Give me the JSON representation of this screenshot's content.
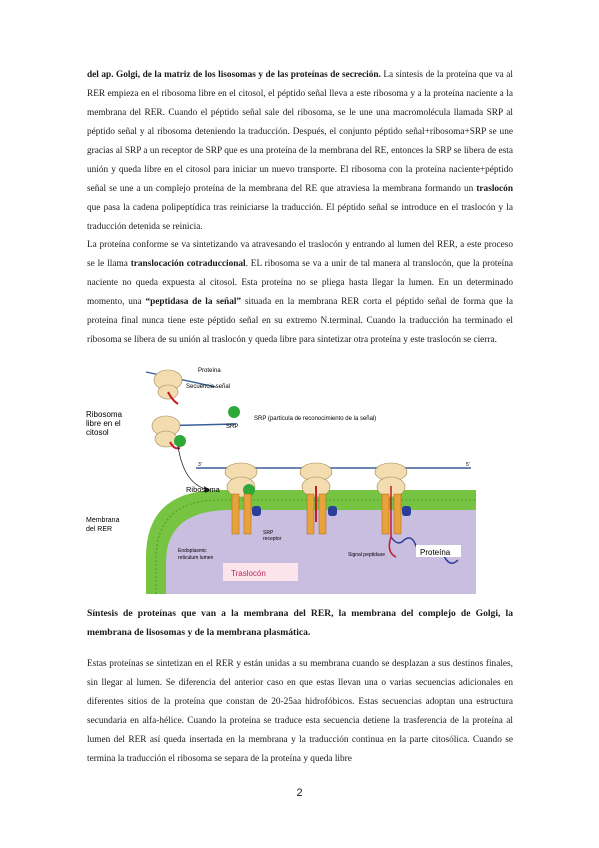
{
  "paragraph1": {
    "lead_bold": "del ap. Golgi, de la matriz de los lisosomas y de las proteínas de secreción.",
    "text_a": " La síntesis de la proteína que va al RER empieza en el ribosoma libre en el citosol, el péptido señal lleva a este ribosoma y a la proteína naciente a la membrana del RER. Cuando el péptido señal sale del ribosoma, se le une una macromolécula llamada SRP al péptido señal y al ribosoma deteniendo la traducción. Después, el conjunto péptido señal+ribosoma+SRP se une gracias al SRP a un receptor de SRP que es una proteína de la membrana del RE, entonces la SRP se libera de esta unión y queda libre en el citosol para iniciar un nuevo transporte. El ribosoma con la proteína naciente+péptido señal se une a un complejo proteína de la membrana del RE que atraviesa la membrana formando un ",
    "bold_b": "traslocón",
    "text_c": " que pasa la cadena polipeptídica tras reiniciarse la traducción. El péptido señal se introduce en el traslocón y la traducción detenida se reinicia."
  },
  "paragraph2": {
    "text_a": "La proteína conforme se va sintetizando va atravesando el traslocón y entrando al lumen del RER, a este proceso se le llama ",
    "bold_b": "translocación cotraduccional",
    "text_c": ". EL ribosoma se va a unir de tal manera al translocón, que la proteína naciente no queda expuesta al citosol. Esta proteína no se pliega hasta llegar la lumen. En un determinado momento, una ",
    "bold_d": "“peptidasa de la señal”",
    "text_e": " situada en la membrana RER corta el péptido señal de forma que la proteína final nunca tiene este péptido señal en su extremo N.terminal. Cuando la traducción ha terminado el ribosoma se libera de su unión al traslocón y queda libre para sintetizar otra proteína y este traslocón se cierra."
  },
  "figure": {
    "label_protein_top": "Proteína",
    "label_signal_seq": "Secuencia señal",
    "label_free_ribosome": [
      "Ribosoma",
      "libre en el",
      "citosol"
    ],
    "label_srp": "SRP",
    "label_srp_desc": "SRP (partícula de reconocimiento de la señal)",
    "label_ribosome": "Ribosoma",
    "label_membrane": [
      "Membrana",
      "del RER"
    ],
    "label_srp_receptor": [
      "SRP",
      "receptor"
    ],
    "label_lumen": [
      "Endoplasmic",
      "reticulum lumen"
    ],
    "label_translocon": "Traslocón",
    "label_signal_peptidase": "Signal peptidase",
    "label_protein": "Proteína",
    "label_3": "3'",
    "label_5": "5'",
    "colors": {
      "membrane_green": "#76c442",
      "lumen_purple": "#c9bde0",
      "srp_green": "#2fa83a",
      "receptor_blue": "#2a3e9c",
      "translocon_orange": "#e7a23d",
      "ribosome_beige": "#f3ddb0",
      "signal_red": "#c41c2a",
      "highlight_pink": "#fde4ec"
    }
  },
  "heading": "Síntesis de proteínas que van a la membrana del RER, la membrana del complejo de Golgi, la membrana de lisosomas y de la membrana plasmática.",
  "paragraph3": "Estas proteínas se sintetizan en el RER y están unidas a su membrana cuando se desplazan a sus destinos finales, sin llegar al lumen. Se diferencia del anterior caso en que estas llevan una o varias secuencias adicionales en diferentes sitios de la proteína que constan de 20-25aa hidrofóbicos. Estas secuencias adoptan una estructura secundaria en alfa-hélice. Cuando la proteína se traduce esta secuencia detiene la trasferencia de la proteína al lumen del RER así queda insertada en la membrana y la traducción continua en la parte citosólica. Cuando se termina la traducción el ribosoma se separa de la proteína y queda libre",
  "page_number": "2"
}
